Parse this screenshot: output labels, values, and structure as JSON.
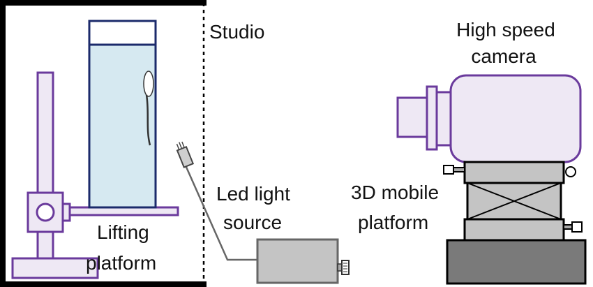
{
  "labels": {
    "studio": "Studio",
    "camera_line1": "High speed",
    "camera_line2": "camera",
    "led_line1": "Led light",
    "led_line2": "source",
    "mobile_line1": "3D mobile",
    "mobile_line2": "platform",
    "lifting_line1": "Lifting",
    "lifting_line2": "platform"
  },
  "colors": {
    "stand_stroke": "#6a3a9c",
    "stand_fill": "#eee8f4",
    "tank_stroke": "#1b2a6b",
    "water_fill": "#d6e9f1",
    "gray_box": "#c4c4c4",
    "dark_base": "#7a7a7a",
    "studio_frame": "#000000"
  }
}
